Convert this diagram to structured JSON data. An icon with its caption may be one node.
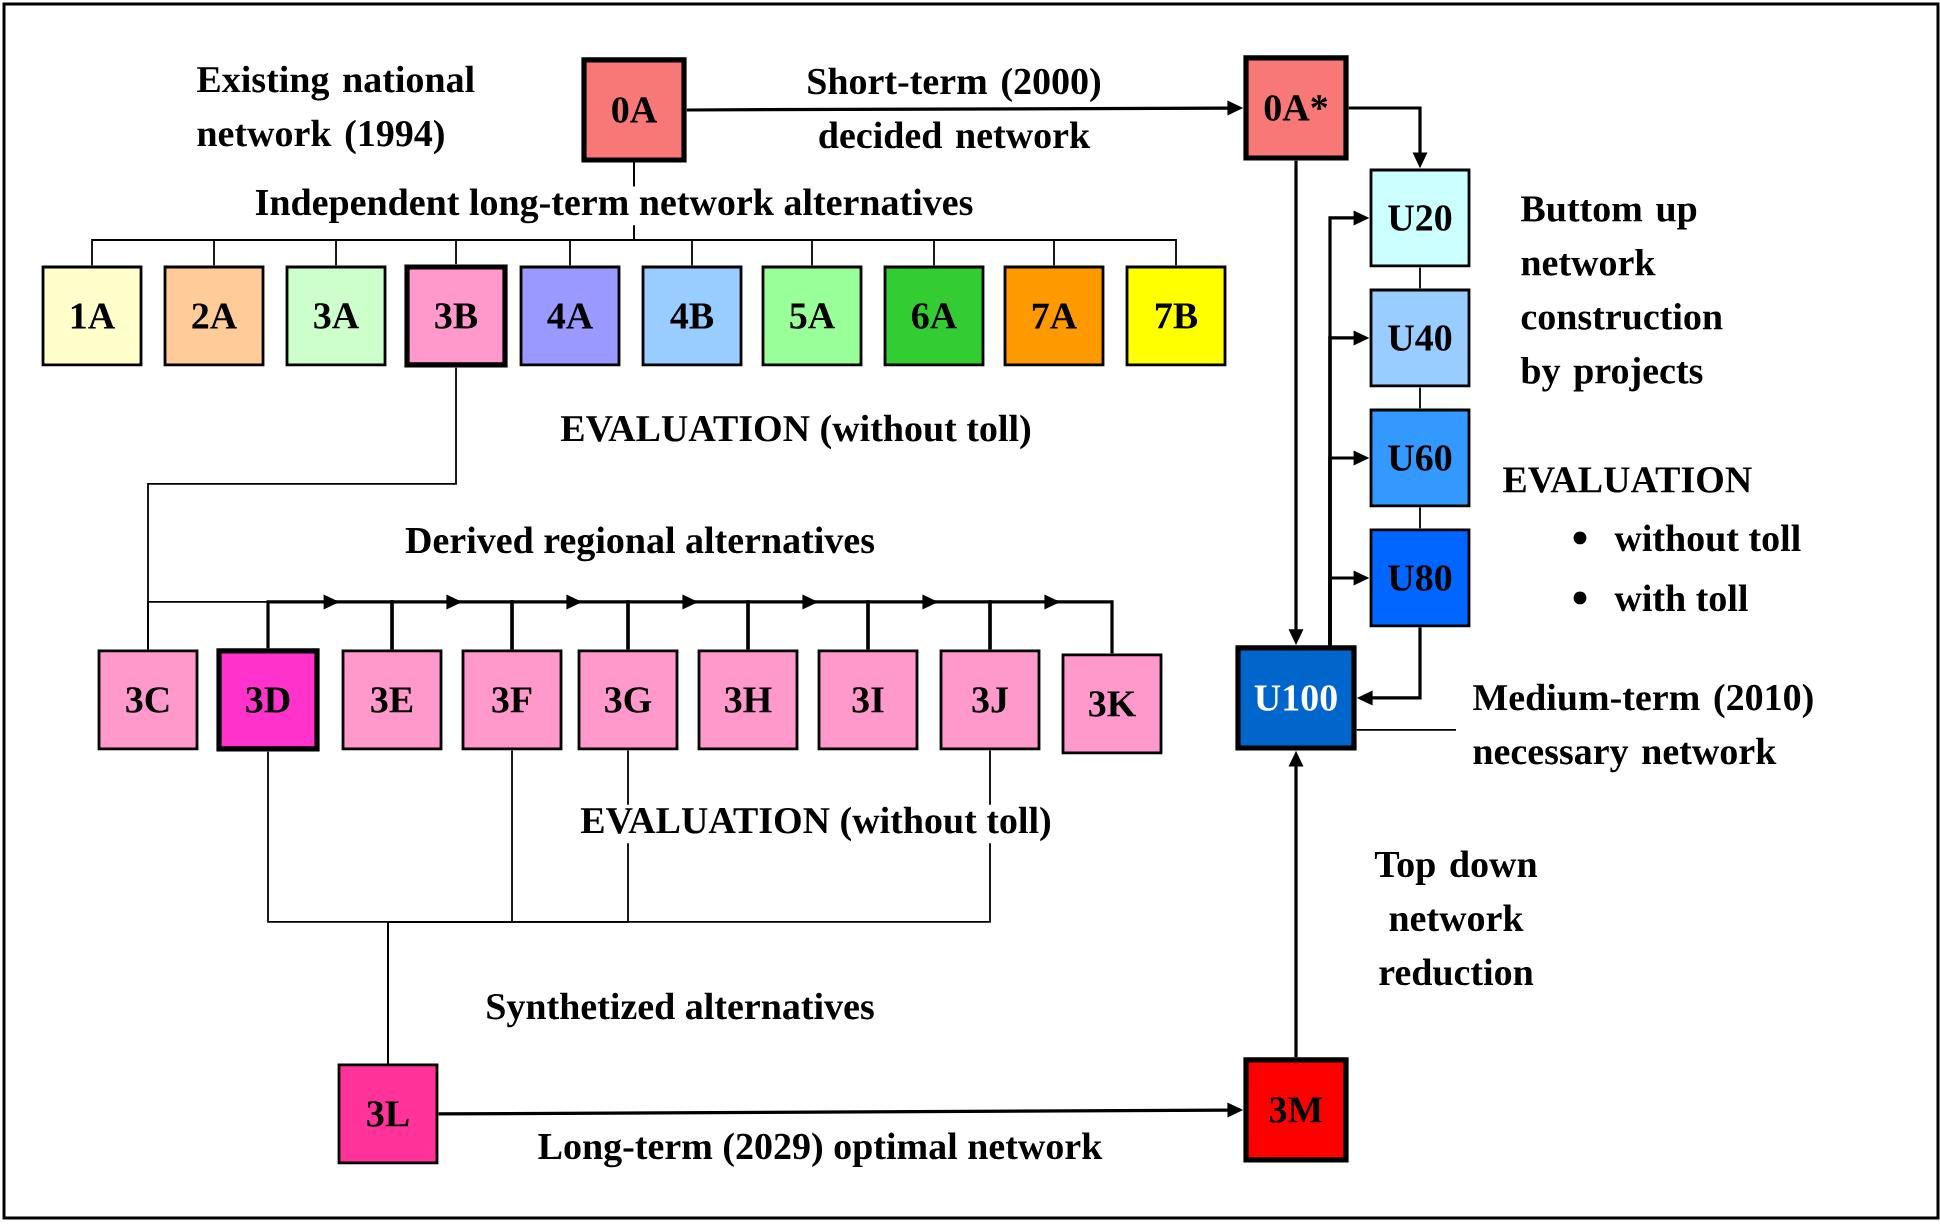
{
  "diagram": {
    "nodes": [
      {
        "text": [
          "0A"
        ],
        "beside": [
          "Existing national network (1994)"
        ]
      },
      {
        "text": [
          "0A*"
        ]
      },
      {
        "text": [
          "1A"
        ]
      },
      {
        "text": [
          "2A"
        ]
      },
      {
        "text": [
          "3A"
        ]
      },
      {
        "text": [
          "3B"
        ]
      },
      {
        "text": [
          "4A"
        ]
      },
      {
        "text": [
          "4B"
        ]
      },
      {
        "text": [
          "5A"
        ]
      },
      {
        "text": [
          "6A"
        ]
      },
      {
        "text": [
          "7A"
        ]
      },
      {
        "text": [
          "7B"
        ]
      },
      {
        "text": [
          "U20"
        ]
      },
      {
        "text": [
          "U40"
        ]
      },
      {
        "text": [
          "U60"
        ]
      },
      {
        "text": [
          "U80"
        ]
      },
      {
        "text": [
          "U100"
        ]
      },
      {
        "text": [
          "3C"
        ]
      },
      {
        "text": [
          "3D"
        ]
      },
      {
        "text": [
          "3E"
        ]
      },
      {
        "text": [
          "3F"
        ]
      },
      {
        "text": [
          "3G"
        ]
      },
      {
        "text": [
          "3H"
        ]
      },
      {
        "text": [
          "3I"
        ]
      },
      {
        "text": [
          "3J"
        ]
      },
      {
        "text": [
          "3K"
        ]
      },
      {
        "text": [
          "3L"
        ]
      },
      {
        "text": [
          "3M"
        ]
      }
    ],
    "edges": [
      {
        "from": 0,
        "to": 1,
        "arrow": "to",
        "label": "Short-term (2000) decided network"
      },
      {
        "from": 0,
        "to": 2,
        "arrow": "none"
      },
      {
        "from": 0,
        "to": 3,
        "arrow": "none"
      },
      {
        "from": 0,
        "to": 4,
        "arrow": "none"
      },
      {
        "from": 0,
        "to": 5,
        "arrow": "none"
      },
      {
        "from": 0,
        "to": 6,
        "arrow": "none"
      },
      {
        "from": 0,
        "to": 7,
        "arrow": "none"
      },
      {
        "from": 0,
        "to": 8,
        "arrow": "none"
      },
      {
        "from": 0,
        "to": 9,
        "arrow": "none"
      },
      {
        "from": 0,
        "to": 10,
        "arrow": "none"
      },
      {
        "from": 0,
        "to": 11,
        "arrow": "none"
      },
      {
        "from": 1,
        "to": 12,
        "arrow": "to"
      },
      {
        "from": 1,
        "to": 16,
        "arrow": "to"
      },
      {
        "from": 12,
        "to": 13,
        "arrow": "none"
      },
      {
        "from": 13,
        "to": 14,
        "arrow": "none"
      },
      {
        "from": 14,
        "to": 15,
        "arrow": "none"
      },
      {
        "from": 15,
        "to": 16,
        "arrow": "to"
      },
      {
        "from": 16,
        "to": 12,
        "arrow": "to"
      },
      {
        "from": 16,
        "to": 13,
        "arrow": "to"
      },
      {
        "from": 16,
        "to": 14,
        "arrow": "to"
      },
      {
        "from": 16,
        "to": 15,
        "arrow": "to"
      },
      {
        "from": 16,
        "to": null,
        "arrow": "none"
      },
      {
        "from": 5,
        "to": 17,
        "arrow": "none"
      },
      {
        "from": 17,
        "to": 18,
        "arrow": "none"
      },
      {
        "from": 18,
        "to": 19,
        "arrow": "to"
      },
      {
        "from": 19,
        "to": 20,
        "arrow": "to"
      },
      {
        "from": 20,
        "to": 21,
        "arrow": "to"
      },
      {
        "from": 21,
        "to": 22,
        "arrow": "to"
      },
      {
        "from": 22,
        "to": 23,
        "arrow": "to"
      },
      {
        "from": 23,
        "to": 24,
        "arrow": "to"
      },
      {
        "from": 24,
        "to": 25,
        "arrow": "to"
      },
      {
        "from": 18,
        "to": 26,
        "arrow": "none"
      },
      {
        "from": 20,
        "to": 26,
        "arrow": "none"
      },
      {
        "from": 21,
        "to": 26,
        "arrow": "none"
      },
      {
        "from": 24,
        "to": 26,
        "arrow": "none"
      },
      {
        "from": 26,
        "to": 27,
        "arrow": "to",
        "label": "Long-term (2029) optimal network"
      },
      {
        "from": 27,
        "to": 16,
        "arrow": "to"
      }
    ],
    "labels": [
      "Independent long-term network alternatives",
      "Buttom up network construction by projects",
      "EVALUATION (without toll)",
      "EVALUATION",
      "without toll",
      "with toll",
      "Medium-term (2010) necessary network",
      "Derived regional alternatives",
      "EVALUATION (without toll)",
      "Top down network reduction",
      "Synthetized alternatives"
    ]
  }
}
